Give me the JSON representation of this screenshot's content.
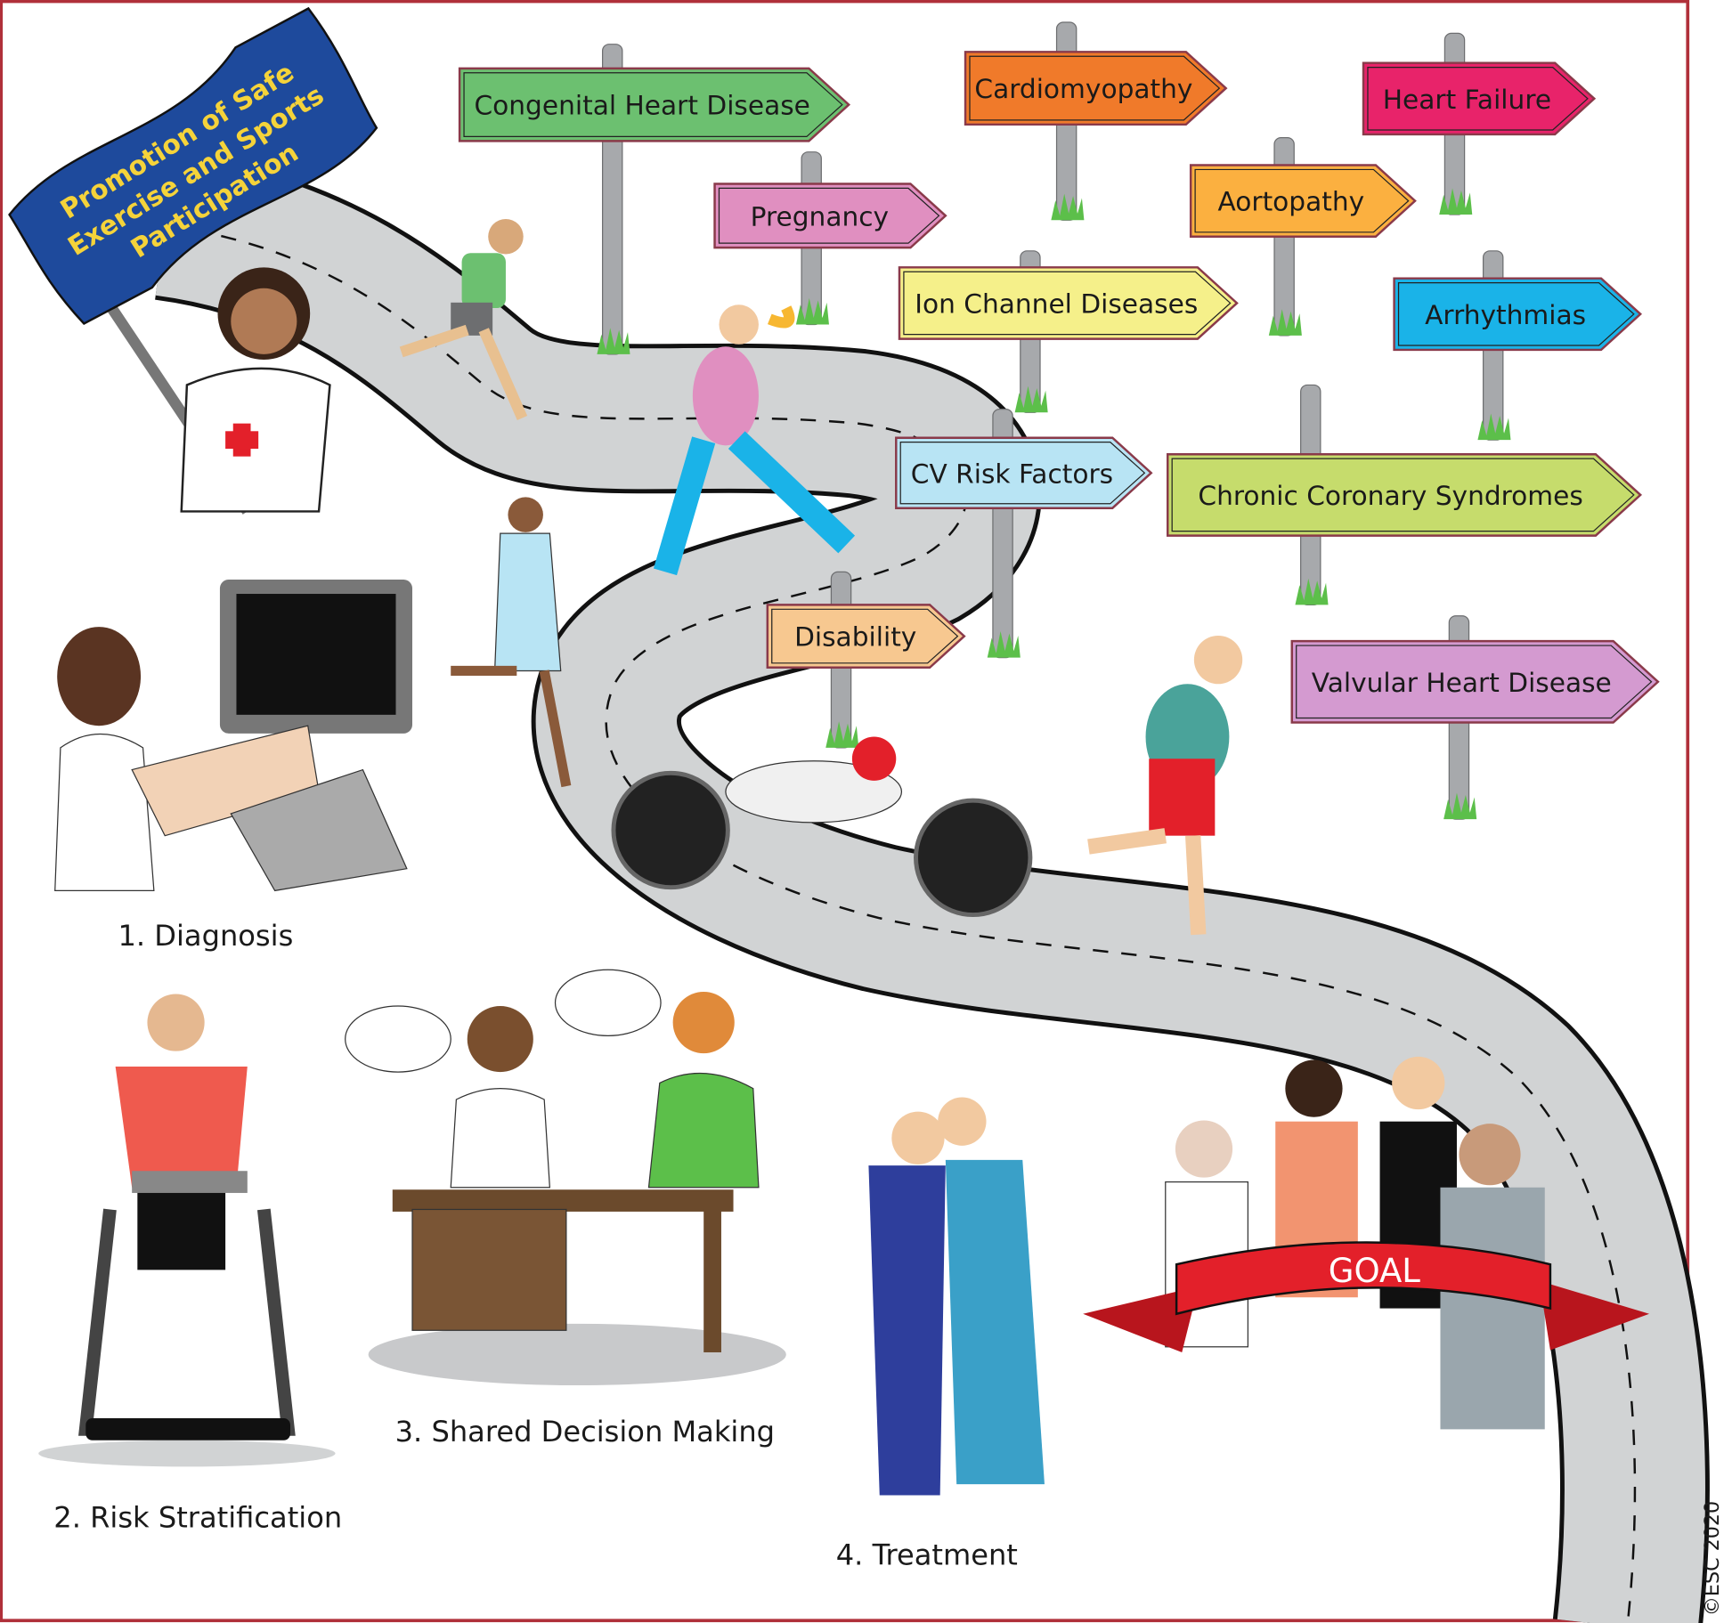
{
  "flag": {
    "lines": [
      "Promotion of Safe",
      "Exercise and Sports",
      "Participation"
    ],
    "color": "#1e4a9c",
    "text_color": "#f5d33a"
  },
  "signs": [
    {
      "label": "Congenital Heart Disease",
      "color": "#6cc070"
    },
    {
      "label": "Pregnancy",
      "color": "#e08fc0"
    },
    {
      "label": "Cardiomyopathy",
      "color": "#f07a2a"
    },
    {
      "label": "Heart Failure",
      "color": "#e8236a"
    },
    {
      "label": "Aortopathy",
      "color": "#fbb040"
    },
    {
      "label": "Ion Channel Diseases",
      "color": "#f5f08a"
    },
    {
      "label": "Arrhythmias",
      "color": "#1ab3e8"
    },
    {
      "label": "CV Risk Factors",
      "color": "#b8e4f4"
    },
    {
      "label": "Chronic Coronary Syndromes",
      "color": "#c6dc6c"
    },
    {
      "label": "Disability",
      "color": "#f7c890"
    },
    {
      "label": "Valvular Heart Disease",
      "color": "#d49ad0"
    }
  ],
  "steps": [
    {
      "label": "1. Diagnosis"
    },
    {
      "label": "2. Risk Stratification"
    },
    {
      "label": "3. Shared Decision Making"
    },
    {
      "label": "4. Treatment"
    }
  ],
  "goal": {
    "label": "GOAL",
    "color": "#e3202a"
  },
  "copyright": "©ESC 2020",
  "frame_color": "#b0303a"
}
